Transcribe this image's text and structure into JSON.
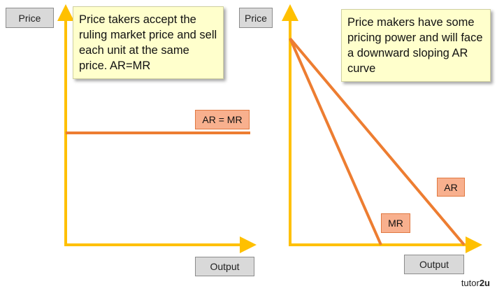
{
  "colors": {
    "axis": "#ffc000",
    "curve": "#ed7d31",
    "callout_bg": "#ffffcc",
    "tag_bg": "#f8b08e",
    "label_bg": "#d9d9d9"
  },
  "left_panel": {
    "y_axis_label": "Price",
    "x_axis_label": "Output",
    "callout": "Price takers accept the ruling market price and sell each unit at the same price. AR=MR",
    "curve_label": "AR = MR"
  },
  "right_panel": {
    "y_axis_label": "Price",
    "x_axis_label": "Output",
    "callout": "Price makers have some pricing power and will face a downward sloping AR curve",
    "ar_label": "AR",
    "mr_label": "MR"
  },
  "logo": {
    "prefix": "tutor",
    "suffix": "2u"
  }
}
